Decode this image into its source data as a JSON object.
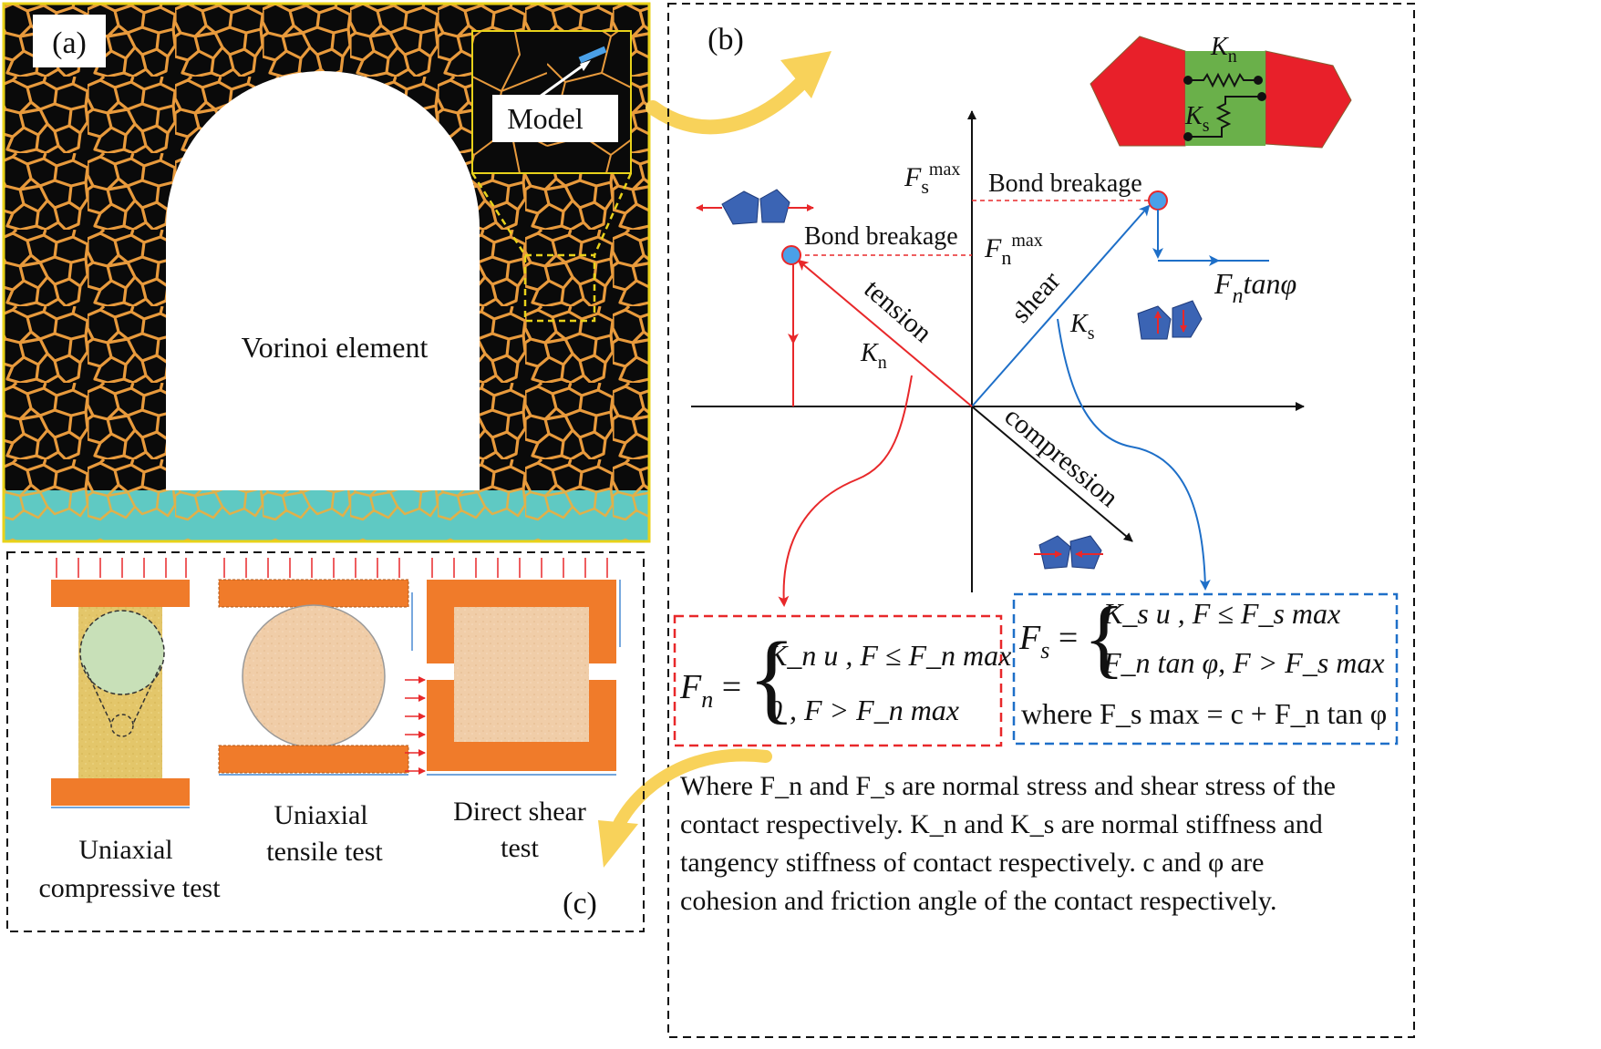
{
  "panel_a": {
    "label": "(a)",
    "inset_label": "Model",
    "center_label": "Vorinoi element"
  },
  "panel_b": {
    "label": "(b)",
    "spring_kn_label": "K",
    "spring_kn_sub": "n",
    "spring_ks_label": "K",
    "spring_ks_sub": "s",
    "fs_max_main": "F",
    "fs_max_sub": "s",
    "fs_max_sup": "max",
    "fn_max_main": "F",
    "fn_max_sub": "n",
    "fn_max_sup": "max",
    "bond_breakage_right": "Bond breakage",
    "bond_breakage_left": "Bond breakage",
    "tension": "tension",
    "shear": "shear",
    "compression": "compression",
    "kn_main": "K",
    "kn_sub": "n",
    "ks_main": "K",
    "ks_sub": "s",
    "fn_tan_main": "F",
    "fn_tan_sub": "n",
    "fn_tan_rest": "tanφ",
    "eq_fn": {
      "lhs_main": "F",
      "lhs_sub": "n",
      "line1": "K_n u  , F ≤ F_n max",
      "line2": "0      , F > F_n max"
    },
    "eq_fs": {
      "lhs_main": "F",
      "lhs_sub": "s",
      "line1": "K_s u  , F ≤ F_s max",
      "line2": "F_n tan φ, F > F_s max",
      "line3": "where F_s max = c + F_n tan φ"
    },
    "description": [
      "Where F_n and F_s are normal stress and shear stress of the",
      "contact respectively. K_n and K_s are normal stiffness and",
      "tangency stiffness of contact respectively. c and φ are",
      "cohesion and friction angle of the contact respectively."
    ]
  },
  "panel_c": {
    "label": "(c)",
    "test1_line1": "Uniaxial",
    "test1_line2": "compressive test",
    "test2_line1": "Uniaxial",
    "test2_line2": "tensile test",
    "test3_line1": "Direct shear",
    "test3_line2": "test"
  },
  "colors": {
    "voronoi_bg": "#0a0a0a",
    "voronoi_edge": "#e89a3c",
    "base_layer": "#5fc9c3",
    "panel_a_border": "#e8d21a",
    "tension_red": "#e8282a",
    "shear_blue": "#1e6fc8",
    "block_red": "#e8202a",
    "bond_green": "#6ab04a",
    "particle_blue": "#3b64b4",
    "plate_orange": "#f07b2a",
    "arrow_yellow": "#f8d25a"
  }
}
